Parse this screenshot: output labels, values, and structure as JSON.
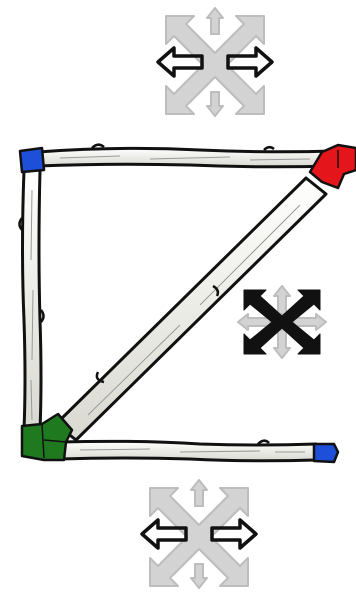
{
  "colors": {
    "background": "#ffffff",
    "stick_fill": "#f3f3ee",
    "stick_outline": "#111111",
    "connector_blue": "#1e4fd8",
    "connector_red": "#e4161c",
    "connector_green": "#1f7a1f",
    "arrow_dark": "#111111",
    "arrow_light": "#cfcfcf"
  },
  "puzzle": {
    "sticks": [
      {
        "name": "stick-top",
        "connects": [
          "blue-top-left",
          "red-top-right"
        ]
      },
      {
        "name": "stick-left",
        "connects": [
          "blue-top-left",
          "green-bottom-left"
        ]
      },
      {
        "name": "stick-diagonal",
        "connects": [
          "green-bottom-left",
          "red-top-right"
        ]
      },
      {
        "name": "stick-bottom",
        "connects": [
          "green-bottom-left",
          "blue-bottom-right"
        ]
      }
    ],
    "connectors": [
      {
        "name": "blue-top-left",
        "color": "blue"
      },
      {
        "name": "red-top-right",
        "color": "red"
      },
      {
        "name": "green-bottom-left",
        "color": "green"
      },
      {
        "name": "blue-bottom-right",
        "color": "blue"
      }
    ]
  },
  "controls": {
    "top": {
      "icon": "move-horizontal-icon",
      "active_directions": [
        "left",
        "right"
      ]
    },
    "right": {
      "icon": "move-diagonal-icon",
      "active_directions": [
        "diagonals"
      ]
    },
    "bottom": {
      "icon": "move-horizontal-icon",
      "active_directions": [
        "left",
        "right"
      ]
    }
  }
}
